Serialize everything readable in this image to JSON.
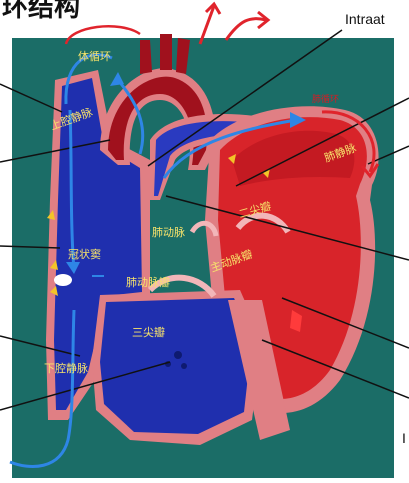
{
  "title_fragment": "环结构",
  "corner_label_top": "Intraat",
  "corner_label_bottom": "I",
  "annotations": {
    "systemic_circulation": "体循环",
    "pulmonary_circulation": "肺循环",
    "superior_vena_cava": "上腔静脉",
    "pulmonary_vein": "肺静脉",
    "mitral_valve": "二尖瓣",
    "pulmonary_artery": "肺动脉",
    "coronary_sinus": "冠状窦",
    "aortic_valve": "主动脉瓣",
    "pulmonary_valve": "肺动脉瓣",
    "tricuspid_valve": "三尖瓣",
    "inferior_vena_cava": "下腔静脉"
  },
  "colors": {
    "background": "#1b6d67",
    "deoxygenated": "#1f2fae",
    "oxygenated": "#d8242a",
    "aorta_dark": "#a0111d",
    "myocardium": "#e07f84",
    "handwriting": "#f7e36b",
    "arrow_blue": "#2e86e6",
    "arrow_red": "#e0242c"
  }
}
